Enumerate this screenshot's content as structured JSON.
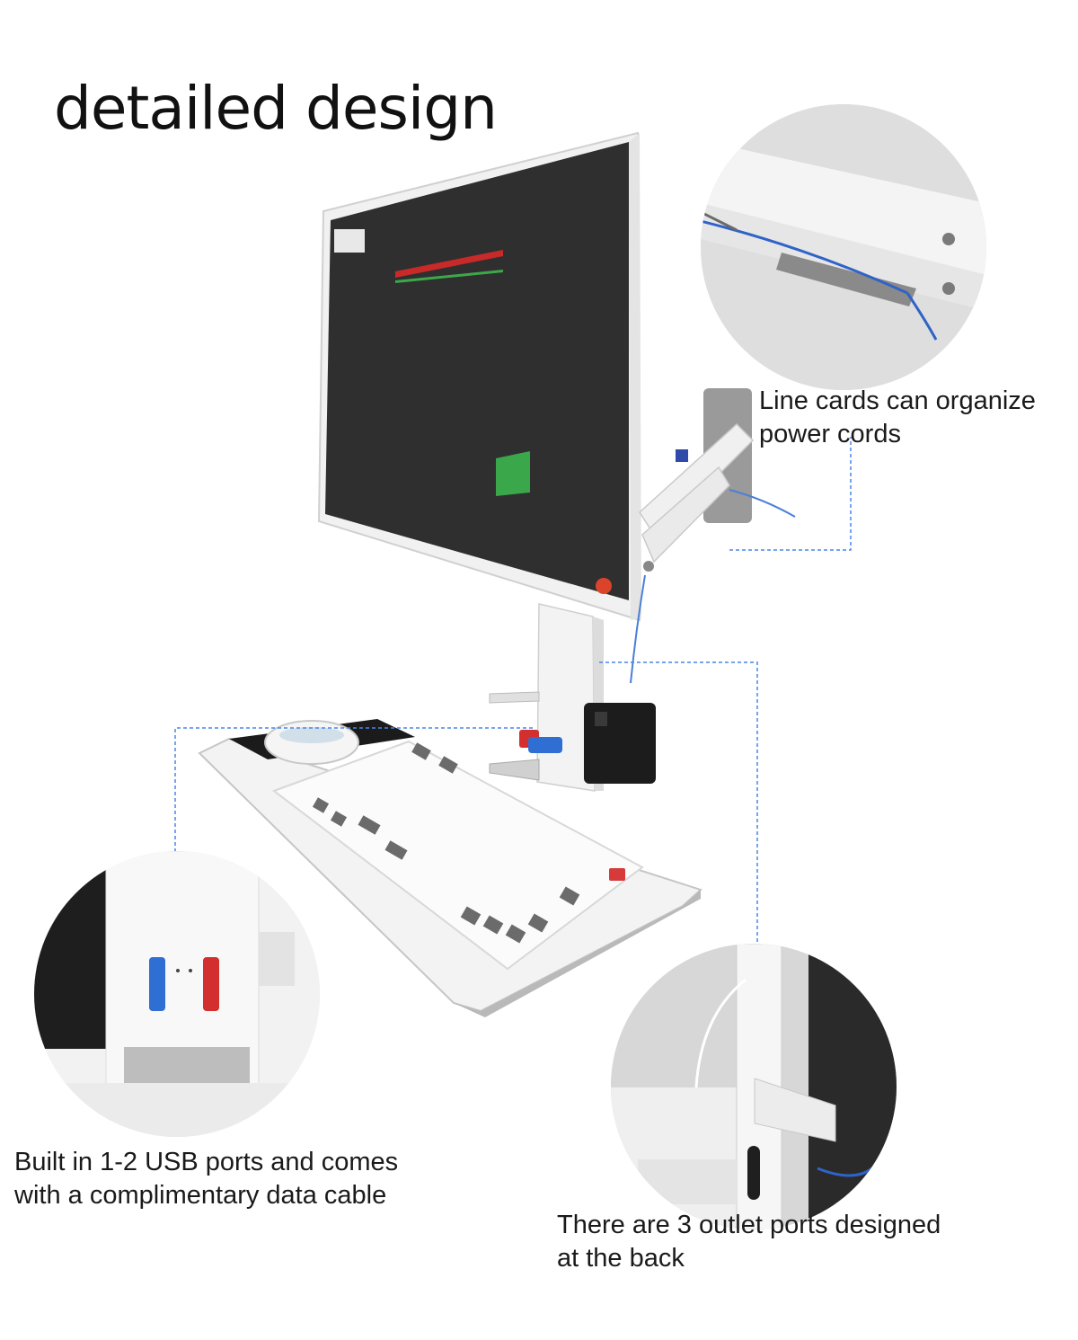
{
  "heading": "detailed design",
  "captions": {
    "line_cards": [
      "Line cards can organize",
      "power cords"
    ],
    "usb_ports": [
      "Built in 1-2 USB ports and comes",
      "with a complimentary data cable"
    ],
    "outlet_ports": [
      "There are 3 outlet ports designed",
      "at the back"
    ]
  },
  "colors": {
    "guide_line": "#4a86e8",
    "stand": "#f2f2f2",
    "screen": "#2f2f2f"
  },
  "icons": [
    "monitor-image",
    "keyboard-image",
    "mouse-image",
    "usb-drive-image",
    "cable-image"
  ]
}
